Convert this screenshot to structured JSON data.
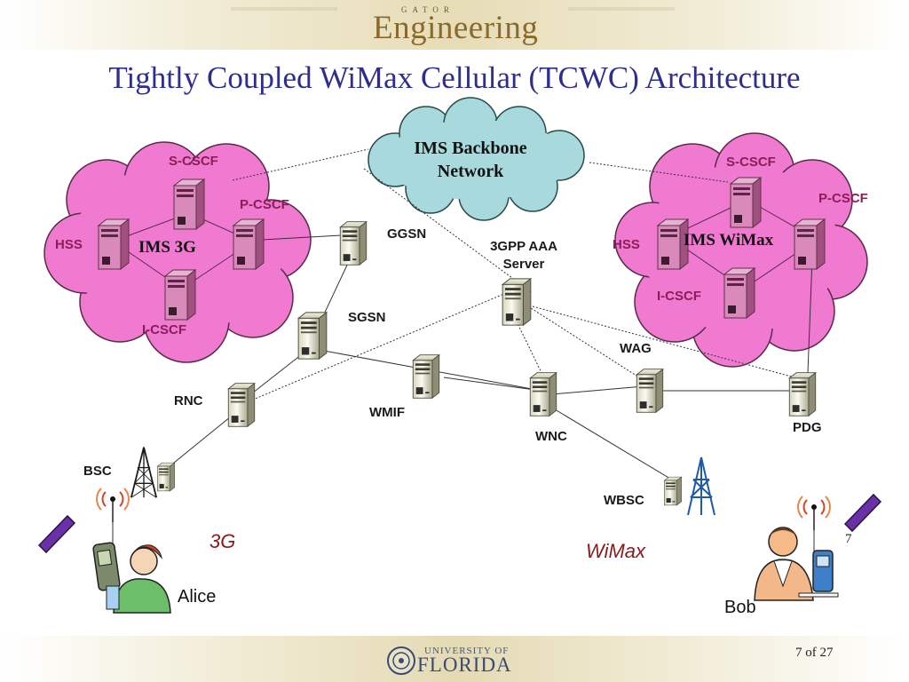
{
  "header": {
    "brand_small": "GATOR",
    "brand_big": "Engineering"
  },
  "title": "Tightly Coupled WiMax Cellular (TCWC) Architecture",
  "clouds": {
    "backbone": {
      "line1": "IMS Backbone",
      "line2": "Network"
    },
    "ims_3g": {
      "label": "IMS 3G",
      "s_cscf": "S-CSCF",
      "p_cscf": "P-CSCF",
      "hss": "HSS",
      "i_cscf": "I-CSCF"
    },
    "ims_wimax": {
      "label": "IMS WiMax",
      "s_cscf": "S-CSCF",
      "p_cscf": "P-CSCF",
      "hss": "HSS",
      "i_cscf": "I-CSCF"
    }
  },
  "nodes": {
    "ggsn": "GGSN",
    "aaa_line1": "3GPP AAA",
    "aaa_line2": "Server",
    "sgsn": "SGSN",
    "wag": "WAG",
    "rnc": "RNC",
    "wmif": "WMIF",
    "pdg": "PDG",
    "wnc": "WNC",
    "bsc": "BSC",
    "wbsc": "WBSC"
  },
  "networks": {
    "left": "3G",
    "right": "WiMax"
  },
  "people": {
    "alice": "Alice",
    "bob": "Bob"
  },
  "slide_number": "7",
  "footer": {
    "uni_small": "UNIVERSITY OF",
    "uni_big": "FLORIDA",
    "page": "7 of 27"
  },
  "colors": {
    "title": "#2e2e8e",
    "ims_cloud": "#f07ad0",
    "backbone_cloud": "#a8dadd",
    "ims_label": "#8a1e58",
    "network_label": "#8b1a1a"
  }
}
